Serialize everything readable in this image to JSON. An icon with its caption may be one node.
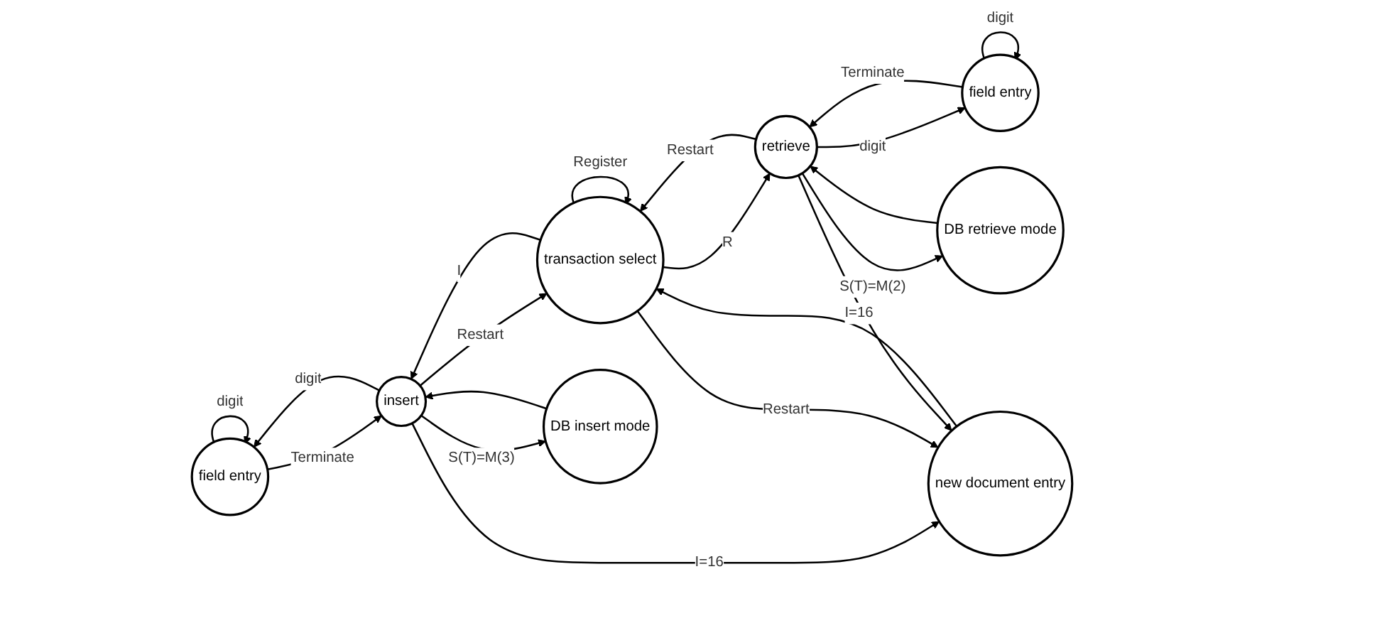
{
  "diagram": {
    "nodes": [
      {
        "text": [
          "field entry"
        ]
      },
      {
        "text": [
          "field entry"
        ]
      },
      {
        "text": [
          "insert"
        ]
      },
      {
        "text": [
          "transaction select"
        ]
      },
      {
        "text": [
          "retrieve"
        ]
      },
      {
        "text": [
          "DB insert mode"
        ]
      },
      {
        "text": [
          "DB retrieve mode"
        ]
      },
      {
        "text": [
          "new document entry"
        ]
      }
    ],
    "edges": [
      {
        "from": 0,
        "to": 0,
        "arrow": "to",
        "label": "digit"
      },
      {
        "from": 0,
        "to": 2,
        "arrow": "to",
        "label": "Terminate"
      },
      {
        "from": 2,
        "to": 0,
        "arrow": "to",
        "label": "digit"
      },
      {
        "from": 2,
        "to": 3,
        "arrow": "to",
        "label": "Restart"
      },
      {
        "from": 3,
        "to": 3,
        "arrow": "to",
        "label": "Register"
      },
      {
        "from": 4,
        "to": 3,
        "arrow": "to",
        "label": "Restart"
      },
      {
        "from": 1,
        "to": 1,
        "arrow": "to",
        "label": "digit"
      },
      {
        "from": 4,
        "to": 1,
        "arrow": "to",
        "label": "digit"
      },
      {
        "from": 1,
        "to": 4,
        "arrow": "to",
        "label": "Terminate"
      },
      {
        "from": 3,
        "to": 2,
        "arrow": "to",
        "label": "I"
      },
      {
        "from": 3,
        "to": 4,
        "arrow": "to",
        "label": "R"
      },
      {
        "from": 2,
        "to": 5,
        "arrow": "to",
        "label": "S(T)=M(3)"
      },
      {
        "from": 5,
        "to": 2,
        "arrow": "to"
      },
      {
        "from": 4,
        "to": 6,
        "arrow": "to",
        "label": "S(T)=M(2)"
      },
      {
        "from": 6,
        "to": 4,
        "arrow": "to"
      },
      {
        "from": 2,
        "to": 7,
        "arrow": "to",
        "label": "I=16"
      },
      {
        "from": 7,
        "to": 3,
        "arrow": "to"
      },
      {
        "from": 3,
        "to": 7,
        "arrow": "to",
        "label": "Restart"
      },
      {
        "from": 4,
        "to": 7,
        "arrow": "to",
        "label": "I=16"
      }
    ]
  }
}
